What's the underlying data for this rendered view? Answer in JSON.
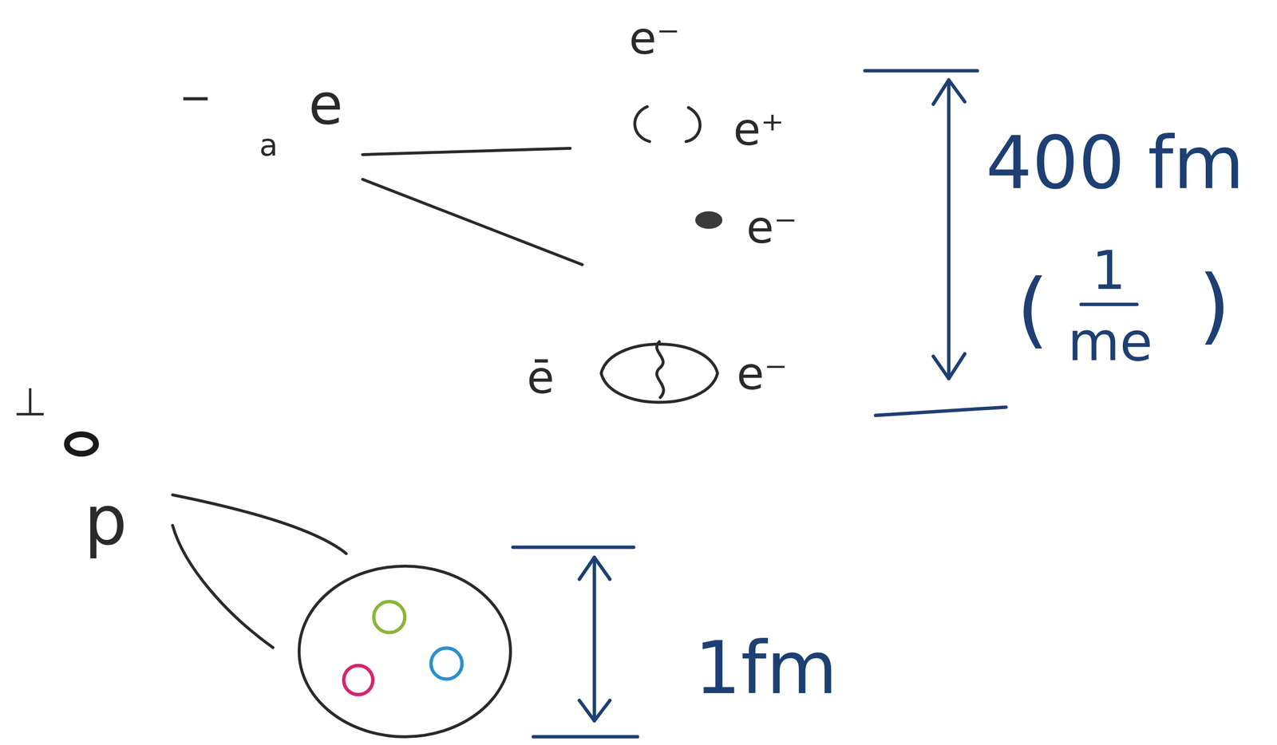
{
  "diagram": {
    "labels": [
      "−",
      "a",
      "e",
      "e⁻",
      "e⁺",
      "e⁻",
      "ē",
      "e⁻",
      "400 fm",
      "(",
      "1",
      "me",
      ")",
      "⊥",
      "p",
      "1fm"
    ]
  }
}
